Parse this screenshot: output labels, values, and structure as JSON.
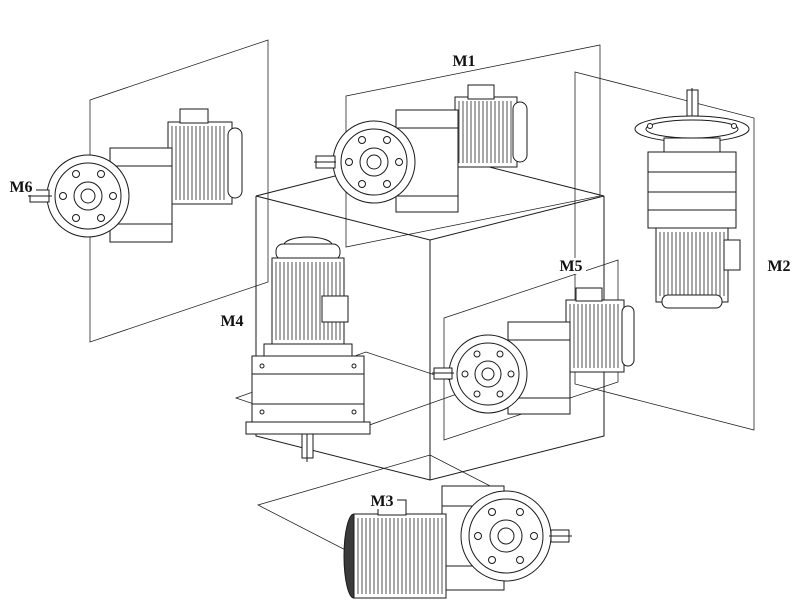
{
  "colors": {
    "line": "#1a1a1a",
    "background": "#ffffff",
    "endcap_fill": "#3a3a3a",
    "label_text": "#111111"
  },
  "motors": [
    {
      "id": "m1",
      "label": "M1"
    },
    {
      "id": "m2",
      "label": "M2"
    },
    {
      "id": "m3",
      "label": "M3"
    },
    {
      "id": "m4",
      "label": "M4"
    },
    {
      "id": "m5",
      "label": "M5"
    },
    {
      "id": "m6",
      "label": "M6"
    }
  ]
}
